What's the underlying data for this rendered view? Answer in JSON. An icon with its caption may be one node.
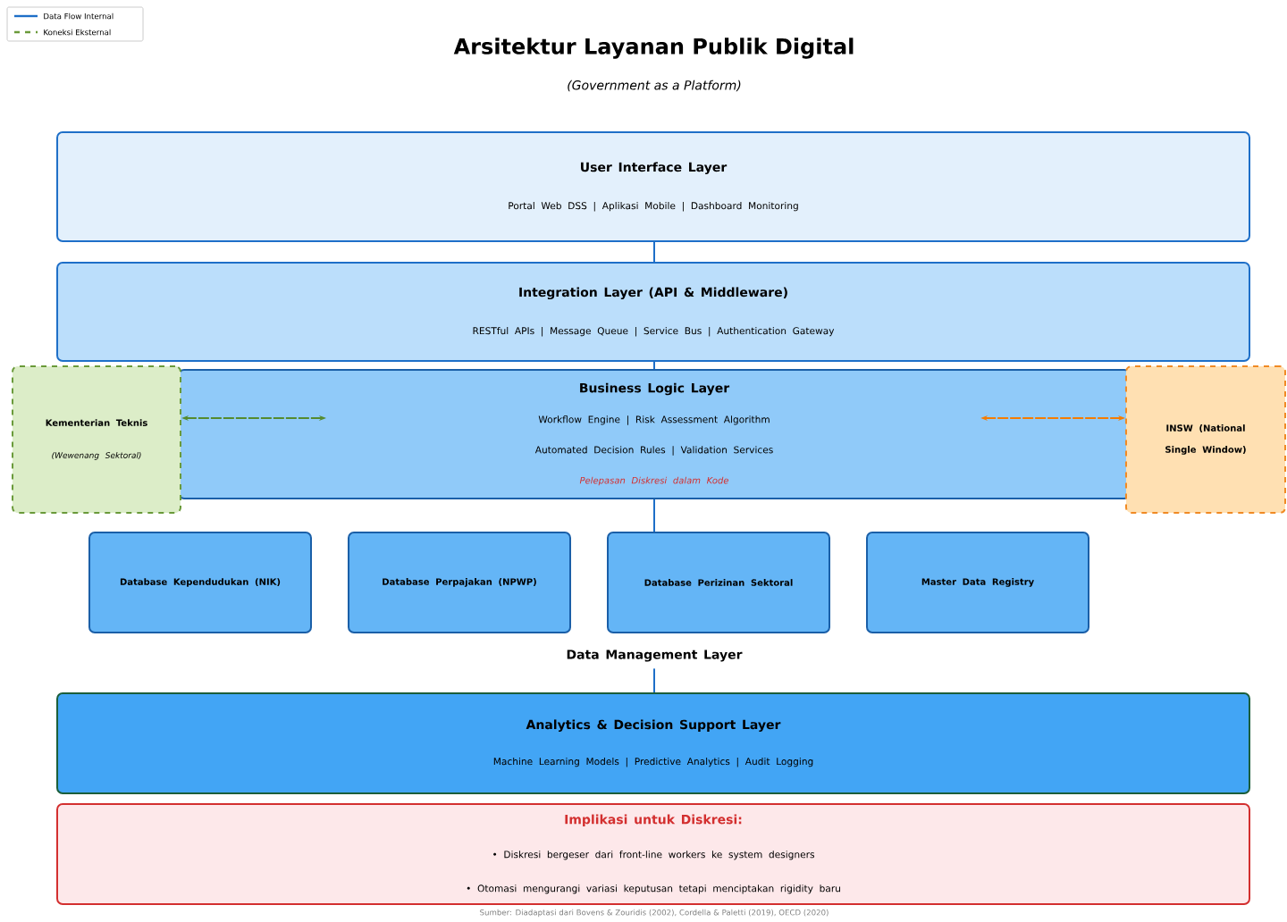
{
  "diagram": {
    "title": "Arsitektur Layanan Publik Digital",
    "caption": "Sumber: Diadaptasi dari Bovens & Zouridis (2002), Cordella & Paletti (2019), OECD (2020)",
    "nodes": [
      {
        "text": [
          "User Interface Layer",
          "Portal Web DSS | Aplikasi Mobile | Dashboard Monitoring"
        ]
      },
      {
        "text": [
          "Integration Layer (API & Middleware)",
          "RESTful APIs | Message Queue | Service Bus | Authentication Gateway"
        ]
      },
      {
        "text": [
          "Business Logic Layer",
          "Workflow Engine | Risk Assessment Algorithm",
          "Automated Decision Rules | Validation Services",
          "Pelepasan Diskresi dalam Kode"
        ]
      },
      {
        "text": [
          "Kementerian Teknis",
          "(Wewenang Sektoral)"
        ]
      },
      {
        "text": [
          "INSW (National Single Window)"
        ]
      },
      {
        "text": [
          "Database Kependudukan (NIK)"
        ]
      },
      {
        "text": [
          "Database Perpajakan (NPWP)"
        ]
      },
      {
        "text": [
          "Database Perizinan Sektoral"
        ]
      },
      {
        "text": [
          "Master Data Registry"
        ]
      },
      {
        "text": [
          "Data Management Layer"
        ]
      },
      {
        "text": [
          "Analytics & Decision Support Layer",
          "Machine Learning Models | Predictive Analytics | Audit Logging"
        ]
      },
      {
        "text": [
          "Implikasi untuk Diskresi:",
          "• Diskresi bergeser dari front-line workers ke system designers",
          "• Otomasi mengurangi variasi keputusan tetapi menciptakan rigidity baru"
        ]
      }
    ],
    "edges": [
      {
        "from": 0,
        "to": 1,
        "arrow": "none"
      },
      {
        "from": 1,
        "to": 2,
        "arrow": "none"
      },
      {
        "from": 2,
        "to": 7,
        "arrow": "none"
      },
      {
        "from": 9,
        "to": 10,
        "arrow": "none"
      },
      {
        "from": 3,
        "to": 2,
        "arrow": "both",
        "style": "dashed",
        "color": "#558b2f"
      },
      {
        "from": 4,
        "to": 2,
        "arrow": "both",
        "style": "dashed",
        "color": "#f57c00"
      }
    ],
    "labels": [
      "(Government as a Platform)"
    ],
    "legend": [
      {
        "text": "Data Flow Internal"
      },
      {
        "text": "Koneksi Eksternal"
      }
    ]
  }
}
